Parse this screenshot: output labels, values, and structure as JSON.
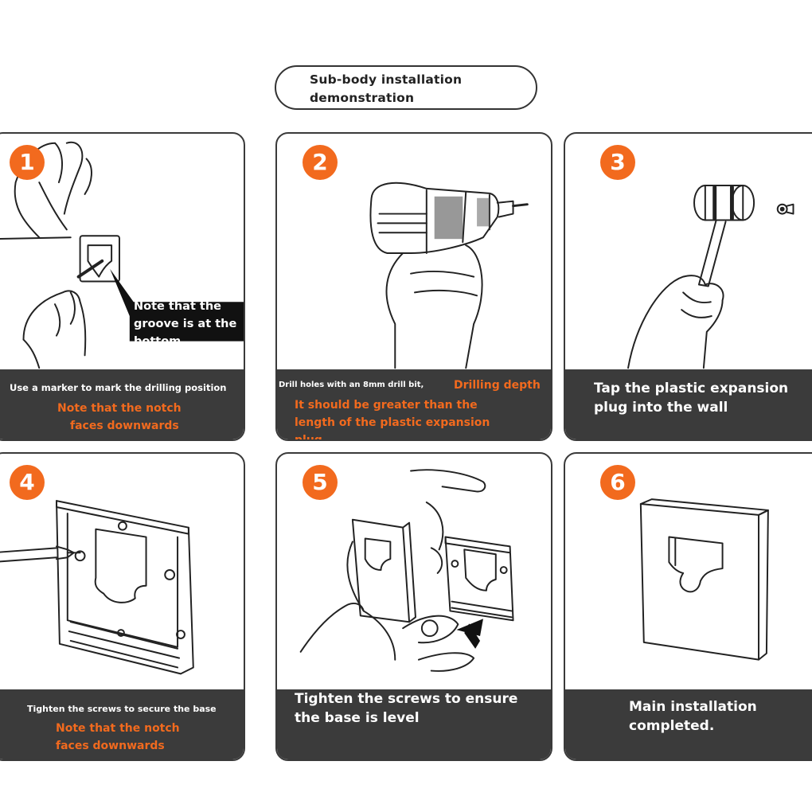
{
  "title": {
    "line1": "Sub-body installation",
    "line2": "demonstration"
  },
  "accent_color": "#f26a1e",
  "caption_bg": "#3b3b3b",
  "steps": [
    {
      "number": "1",
      "callout": [
        "Note that the",
        "groove is at the",
        "bottom"
      ],
      "caption_white": "Use a marker to mark the drilling position",
      "caption_orange": [
        "Note that the notch",
        "faces downwards"
      ]
    },
    {
      "number": "2",
      "caption_white": "Drill holes with an 8mm drill bit,",
      "caption_orange_inline": "Drilling depth",
      "caption_orange": [
        "It should be greater than the",
        "length of the plastic expansion",
        "plug"
      ]
    },
    {
      "number": "3",
      "caption_white": [
        "Tap the plastic expansion",
        "plug into the wall"
      ]
    },
    {
      "number": "4",
      "caption_white": "Tighten the screws to secure the base",
      "caption_orange": [
        "Note that the notch",
        "faces downwards"
      ]
    },
    {
      "number": "5",
      "caption_white": [
        "Tighten the screws to ensure",
        "the base is level"
      ]
    },
    {
      "number": "6",
      "caption_white": [
        "Main installation",
        "completed."
      ]
    }
  ]
}
